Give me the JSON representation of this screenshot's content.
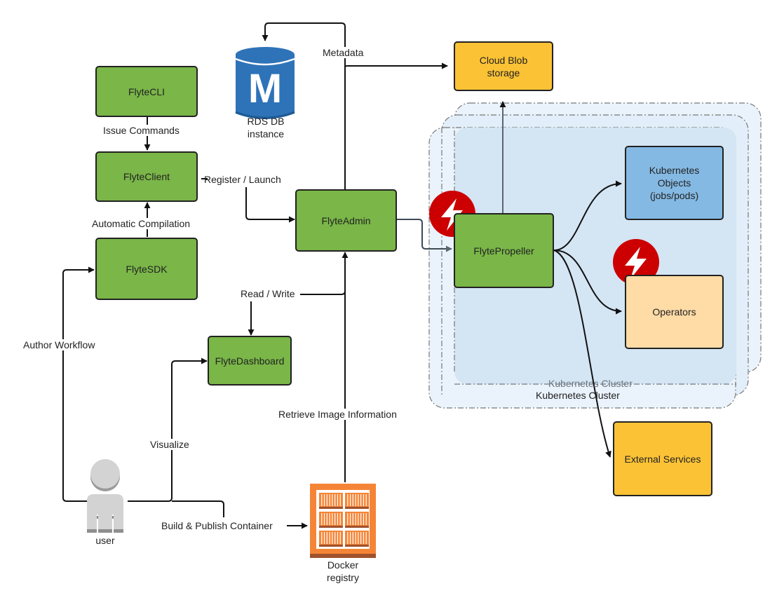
{
  "colors": {
    "flyte_green": "#7ab648",
    "storage_yellow": "#fbc236",
    "k8s_objects_blue": "#84b9e3",
    "operators_peach": "#ffdba6",
    "rds_blue": "#2e73b8",
    "docker_orange": "#f58536",
    "badge_red": "#cc0000",
    "cluster_fill": "#d4e5f4",
    "user_gray": "#d0d0d0"
  },
  "nodes": {
    "flytecli": "FlyteCLI",
    "flyteclient": "FlyteClient",
    "flytesdk": "FlyteSDK",
    "flyteadmin": "FlyteAdmin",
    "flytedashboard": "FlyteDashboard",
    "flytepropeller": "FlytePropeller",
    "cloud_blob": "Cloud Blob\nstorage",
    "k8s_objects": "Kubernetes\nObjects\n(jobs/pods)",
    "operators": "Operators",
    "external_services": "External Services",
    "rds": "RDS DB\ninstance",
    "rds_glyph": "M",
    "docker": "Docker\nregistry",
    "user": "user"
  },
  "edges": {
    "issue_commands": "Issue Commands",
    "automatic_compilation": "Automatic Compilation",
    "register_launch": "Register / Launch",
    "metadata": "Metadata",
    "read_write": "Read / Write",
    "author_workflow": "Author Workflow",
    "visualize": "Visualize",
    "retrieve_image": "Retrieve Image Information",
    "build_publish": "Build & Publish Container"
  },
  "clusters": {
    "back_label": "Kubernetes Cluster",
    "front_label": "Kubernetes Cluster"
  }
}
